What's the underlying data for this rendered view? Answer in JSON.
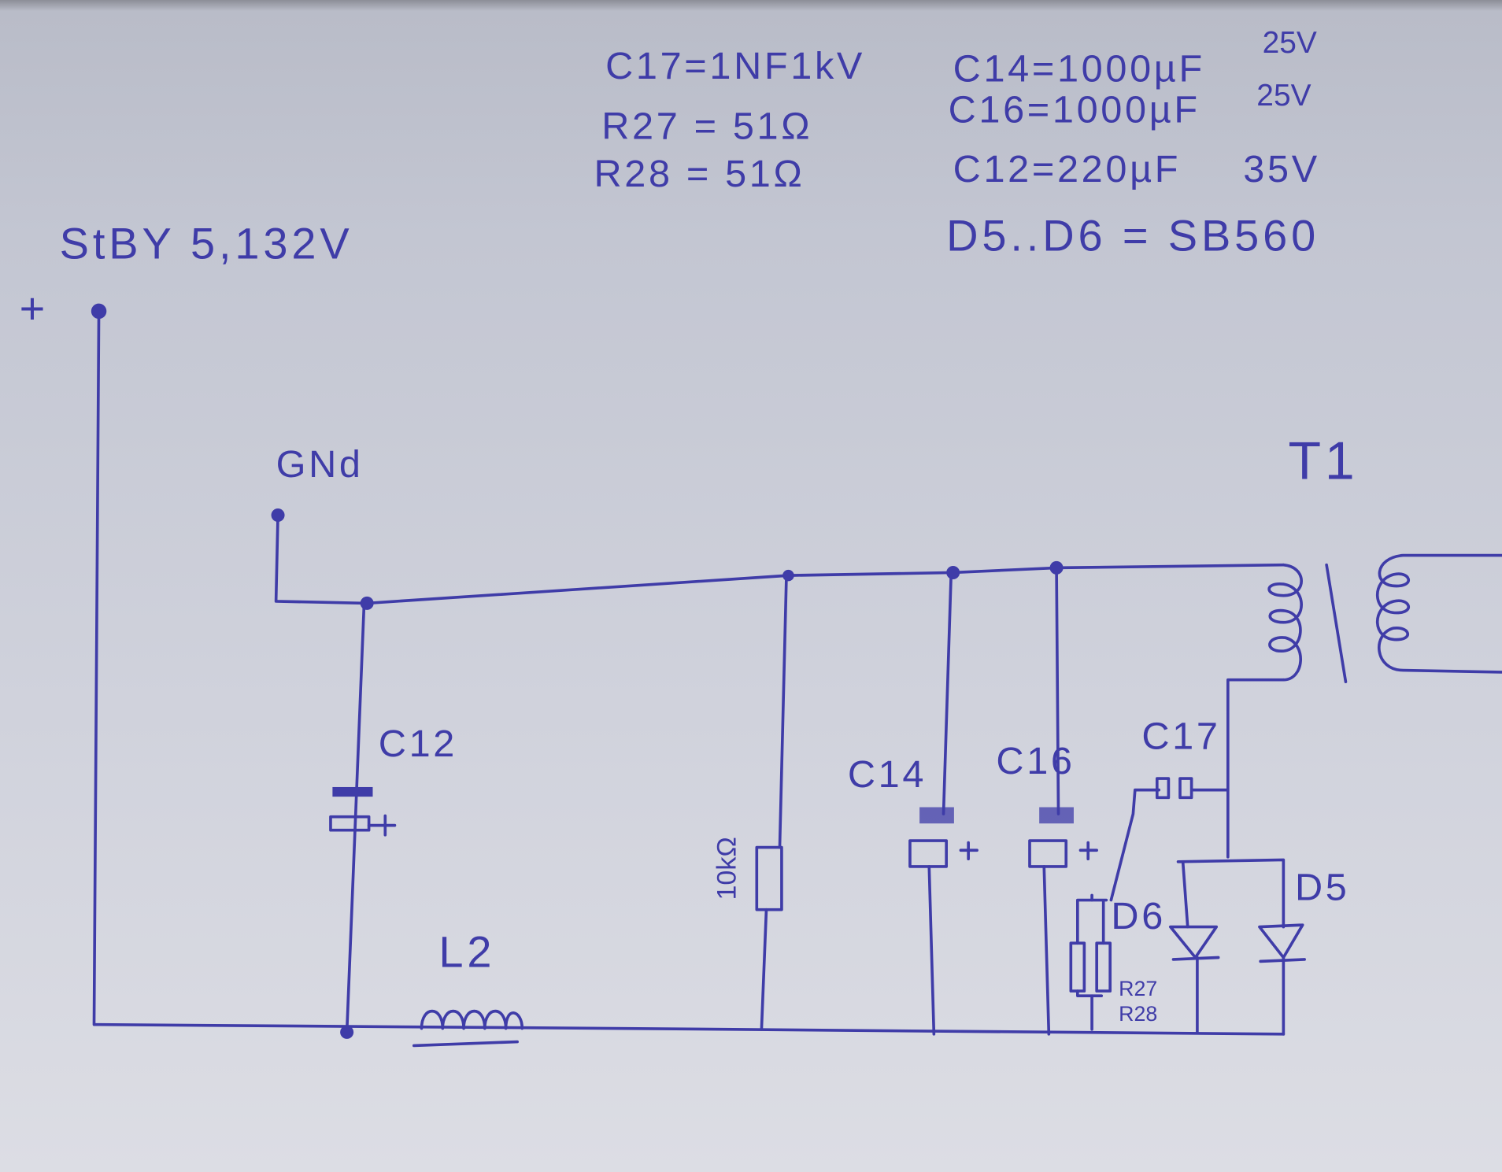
{
  "notes": {
    "c17": "C17=1NF1kV",
    "r27": "R27 = 51Ω",
    "r28": "R28 = 51Ω",
    "c14": "C14=1000µF",
    "c14_v": "25V",
    "c16": "C16=1000µF",
    "c16_v": "25V",
    "c12": "C12=220µF",
    "c12_v": "35V",
    "diodes": "D5..D6 = SB560"
  },
  "labels": {
    "stby": "StBY 5,132V",
    "plus": "+",
    "gnd": "GNd",
    "t1": "T1",
    "c12": "C12",
    "l2": "L2",
    "r10k": "10kΩ",
    "c14": "C14",
    "c16": "C16",
    "c17": "C17",
    "d6": "D6",
    "d5": "D5",
    "r27": "R27",
    "r28": "R28",
    "cap_plus": "+"
  },
  "colors": {
    "ink": "#3f3ca8",
    "paper": "#c8cbd6"
  }
}
